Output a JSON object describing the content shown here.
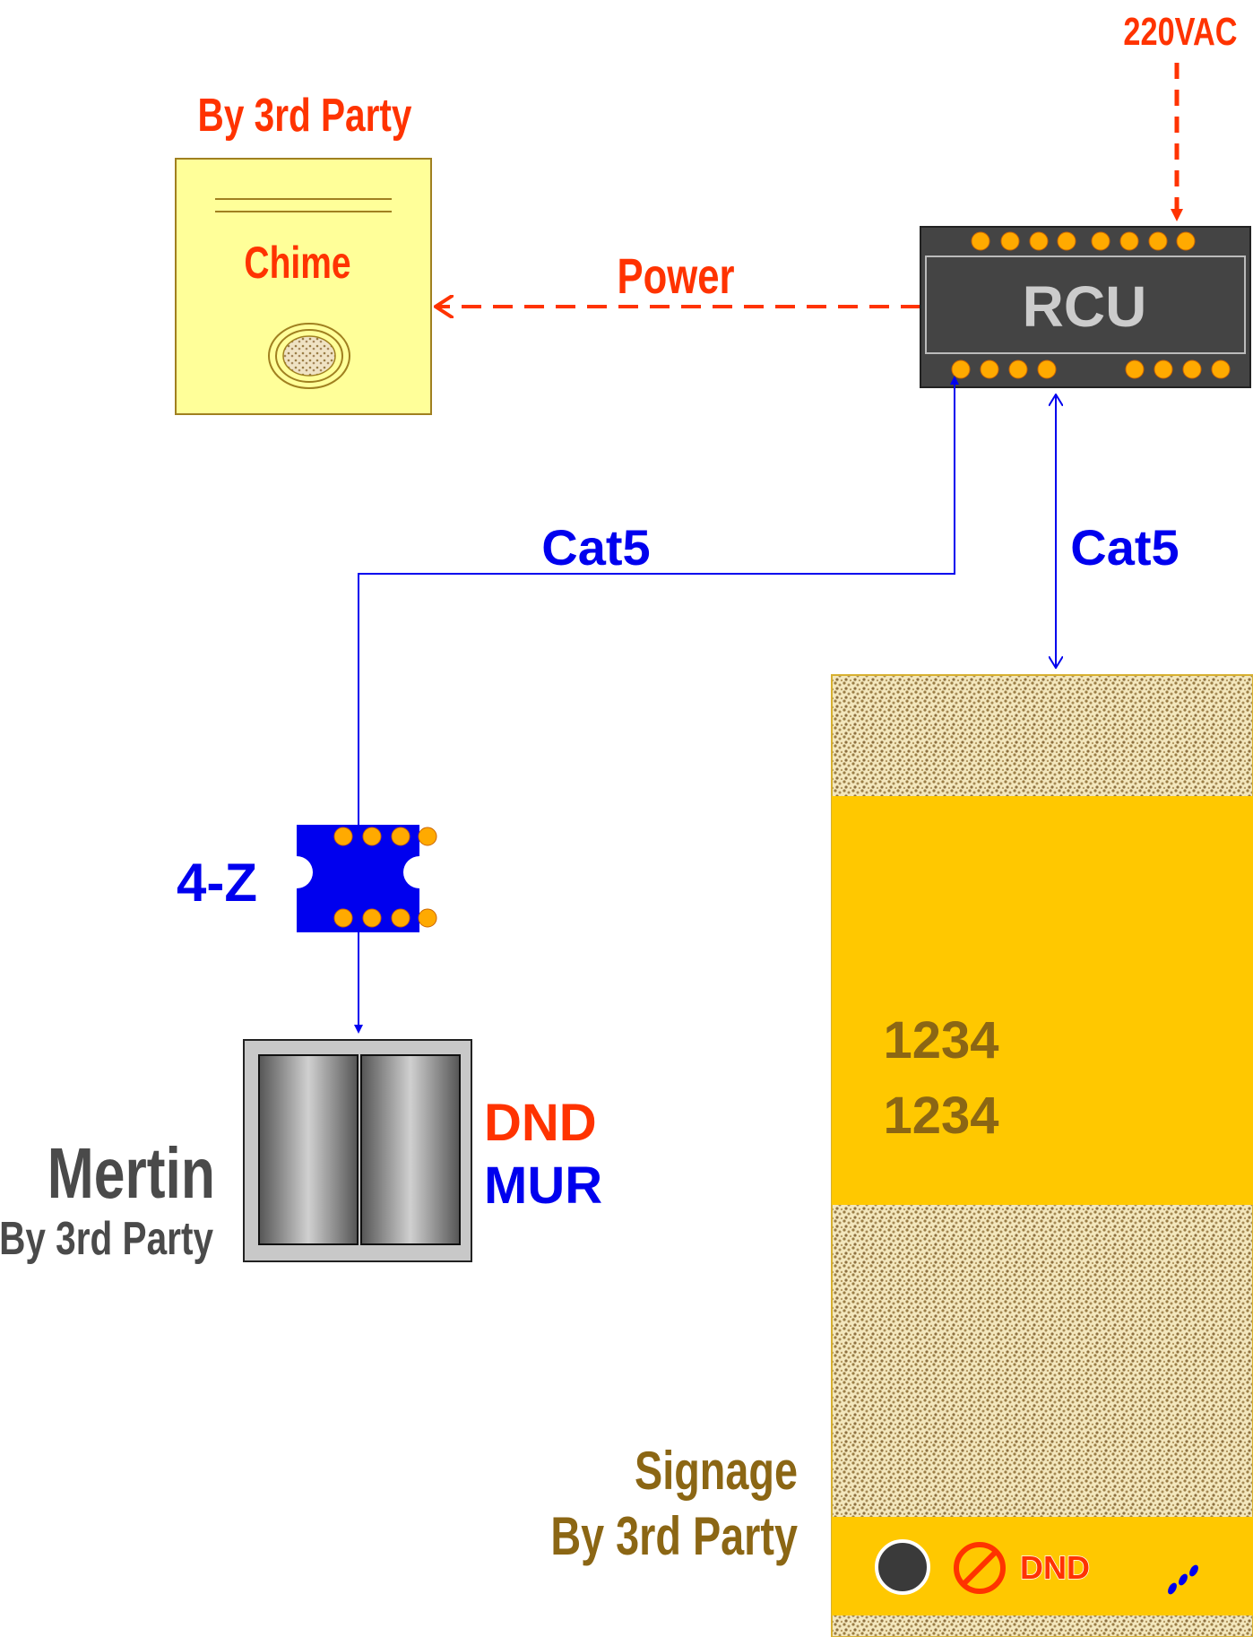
{
  "colors": {
    "red": "#ff3300",
    "blue": "#0000ee",
    "gold": "#ffc800",
    "brown": "#8b6614",
    "chime_bg": "#ffff99",
    "rcu_bg": "#444444",
    "rcu_text": "#cccccc",
    "dark_text": "#4a4a4a",
    "pin": "#ffaa00"
  },
  "power_input": {
    "label": "220VAC"
  },
  "chime": {
    "caption": "By 3rd Party",
    "label": "Chime"
  },
  "rcu": {
    "label": "RCU"
  },
  "links": {
    "power": {
      "label": "Power"
    },
    "cat5_left": {
      "label": "Cat5"
    },
    "cat5_right": {
      "label": "Cat5"
    }
  },
  "module_4z": {
    "label": "4-Z"
  },
  "switch": {
    "dnd_label": "DND",
    "mur_label": "MUR",
    "title": "Mertin",
    "caption": "By 3rd Party"
  },
  "signage": {
    "numbers": [
      "1234",
      "1234"
    ],
    "status_label": "DND",
    "title": "Signage",
    "caption": "By 3rd Party"
  }
}
